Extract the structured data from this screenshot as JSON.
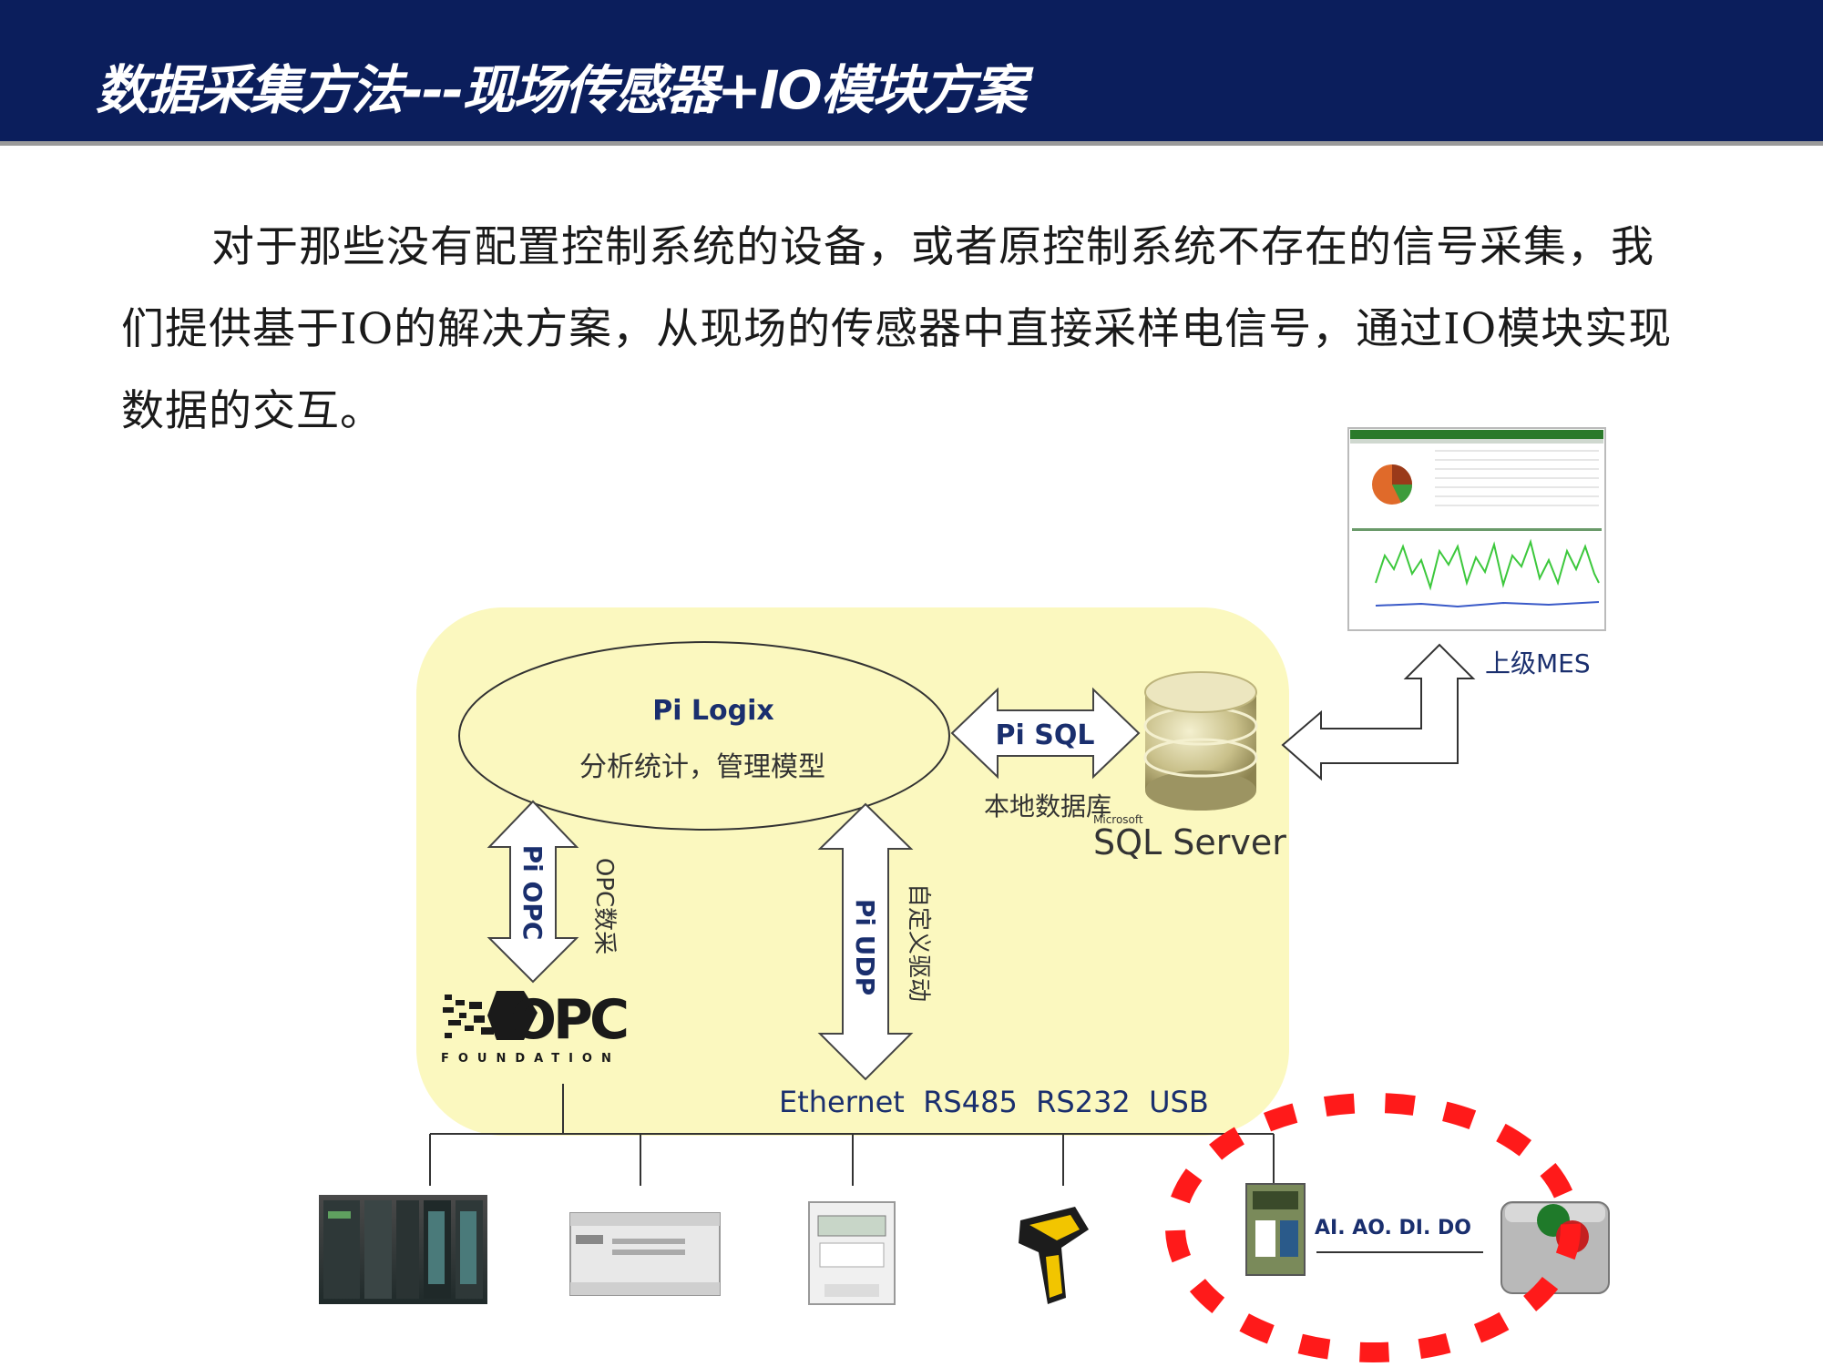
{
  "header": {
    "title": "数据采集方法---现场传感器+IO模块方案"
  },
  "intro": {
    "line1": "对于那些没有配置控制系统的设备，或者原控制系统不存在的信号采集，我",
    "line2": "们提供基于IO的解决方案，从现场的传感器中直接采样电信号，通过IO模块实现",
    "line3": "数据的交互。"
  },
  "diagram": {
    "logix": {
      "title": "Pi Logix",
      "subtitle": "分析统计，管理模型"
    },
    "sql_arrow": {
      "label": "Pi SQL"
    },
    "local_db": "本地数据库",
    "sql_server": {
      "brand": "Microsoft",
      "name": "SQL Server"
    },
    "mes": "上级MES",
    "opc_arrow": {
      "label": "Pi OPC",
      "side": "OPC数采"
    },
    "udp_arrow": {
      "label": "Pi UDP",
      "side": "自定义驱动"
    },
    "opc_logo": {
      "text": "OPC",
      "foundation": "FOUNDATION"
    },
    "interfaces": "Ethernet  RS485  RS232  USB",
    "io_signals": "AI. AO. DI. DO"
  },
  "colors": {
    "header_bg": "#0b1e5c",
    "panel_bg": "#fbf8bf",
    "highlight_ring": "#ff1a1a",
    "chart_line": "#3cc83c"
  }
}
